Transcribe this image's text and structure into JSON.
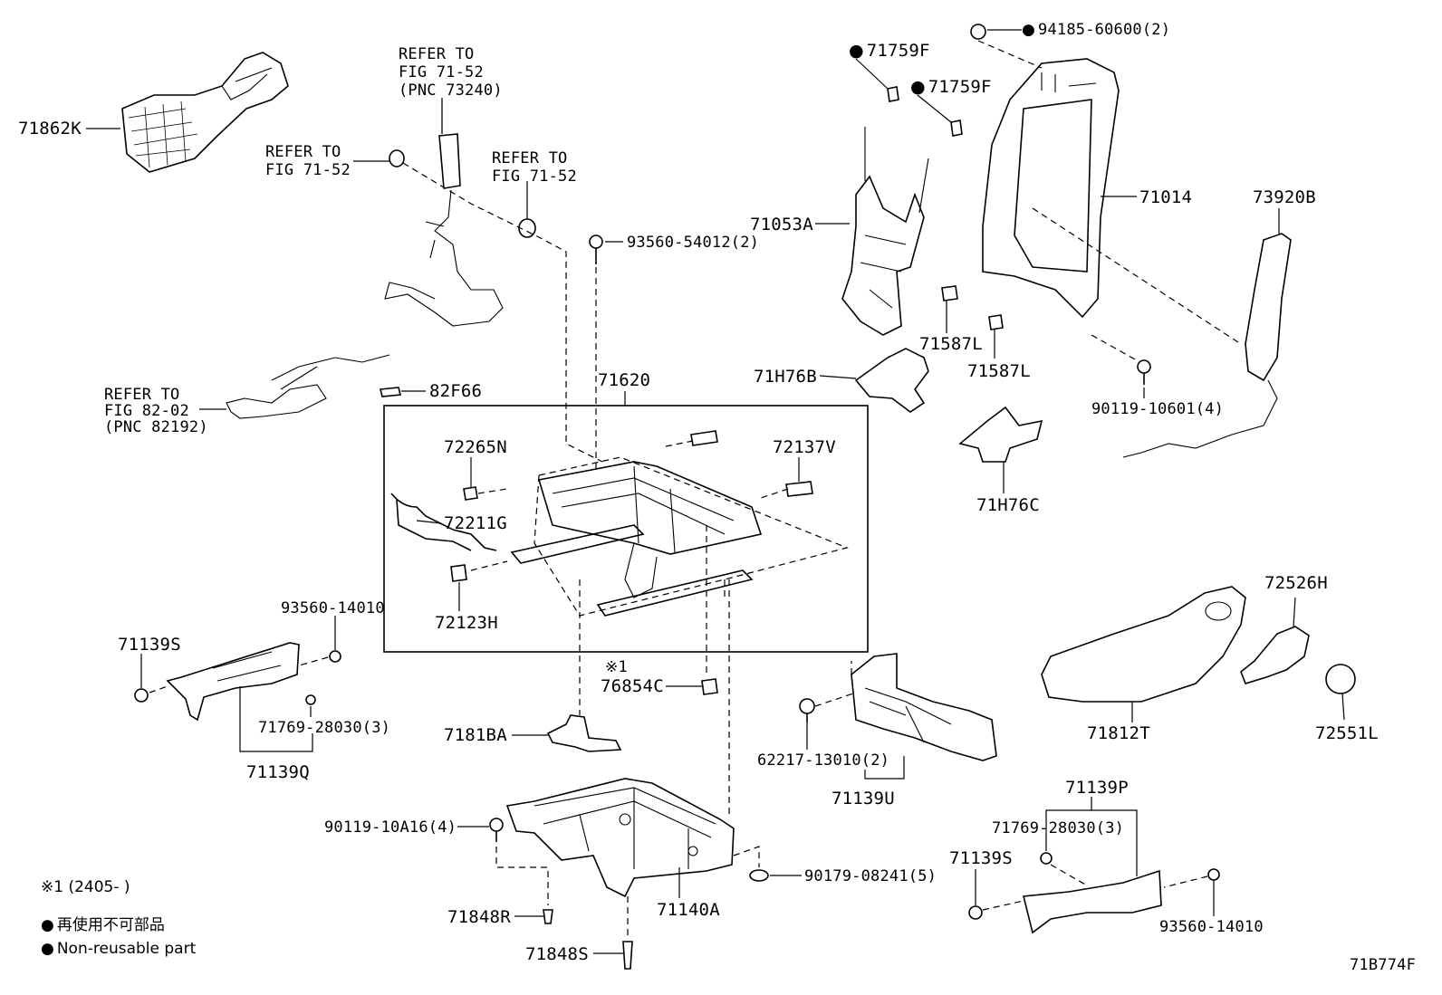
{
  "diagram": {
    "callouts": {
      "p71862K": "71862K",
      "refer_71_52_a_l1": "REFER TO",
      "refer_71_52_a_l2": "FIG 71-52",
      "refer_71_52_a_l3": "(PNC 73240)",
      "refer_71_52_b_l1": "REFER TO",
      "refer_71_52_b_l2": "FIG 71-52",
      "refer_71_52_c_l1": "REFER TO",
      "refer_71_52_c_l2": "FIG 71-52",
      "p93560_54012": "93560-54012(2)",
      "p71620": "71620",
      "refer_82_02_l1": "REFER TO",
      "refer_82_02_l2": "FIG 82-02",
      "refer_82_02_l3": "(PNC 82192)",
      "p82F66": "82F66",
      "p72265N": "72265N",
      "p72211G": "72211G",
      "p72123H": "72123H",
      "p72137V": "72137V",
      "p93560_14010_a": "93560-14010",
      "p71139S_a": "71139S",
      "p71769_28030_a": "71769-28030(3)",
      "p71139Q": "71139Q",
      "mark1": "※1",
      "p76854C": "76854C",
      "p7181BA": "7181BA",
      "p90119_10A16": "90119-10A16(4)",
      "p71848R": "71848R",
      "p71140A": "71140A",
      "p90179_08241": "90179-08241(5)",
      "p71848S": "71848S",
      "p71759F_a": "71759F",
      "p71759F_b": "71759F",
      "p94185_60600": "94185-60600(2)",
      "p71053A": "71053A",
      "p71014": "71014",
      "p73920B": "73920B",
      "p71587L_a": "71587L",
      "p71587L_b": "71587L",
      "p71H76B": "71H76B",
      "p90119_10601": "90119-10601(4)",
      "p71H76C": "71H76C",
      "p62217_13010": "62217-13010(2)",
      "p71139U": "71139U",
      "p72526H": "72526H",
      "p71812T": "71812T",
      "p72551L": "72551L",
      "p71139P": "71139P",
      "p71769_28030_b": "71769-28030(3)",
      "p71139S_b": "71139S",
      "p93560_14010_b": "93560-14010",
      "figure_id": "71B774F"
    },
    "legend": {
      "note1": "※1 (2405-      )",
      "non_reusable_jp": "再使用不可部品",
      "non_reusable_en": "Non-reusable part"
    }
  }
}
